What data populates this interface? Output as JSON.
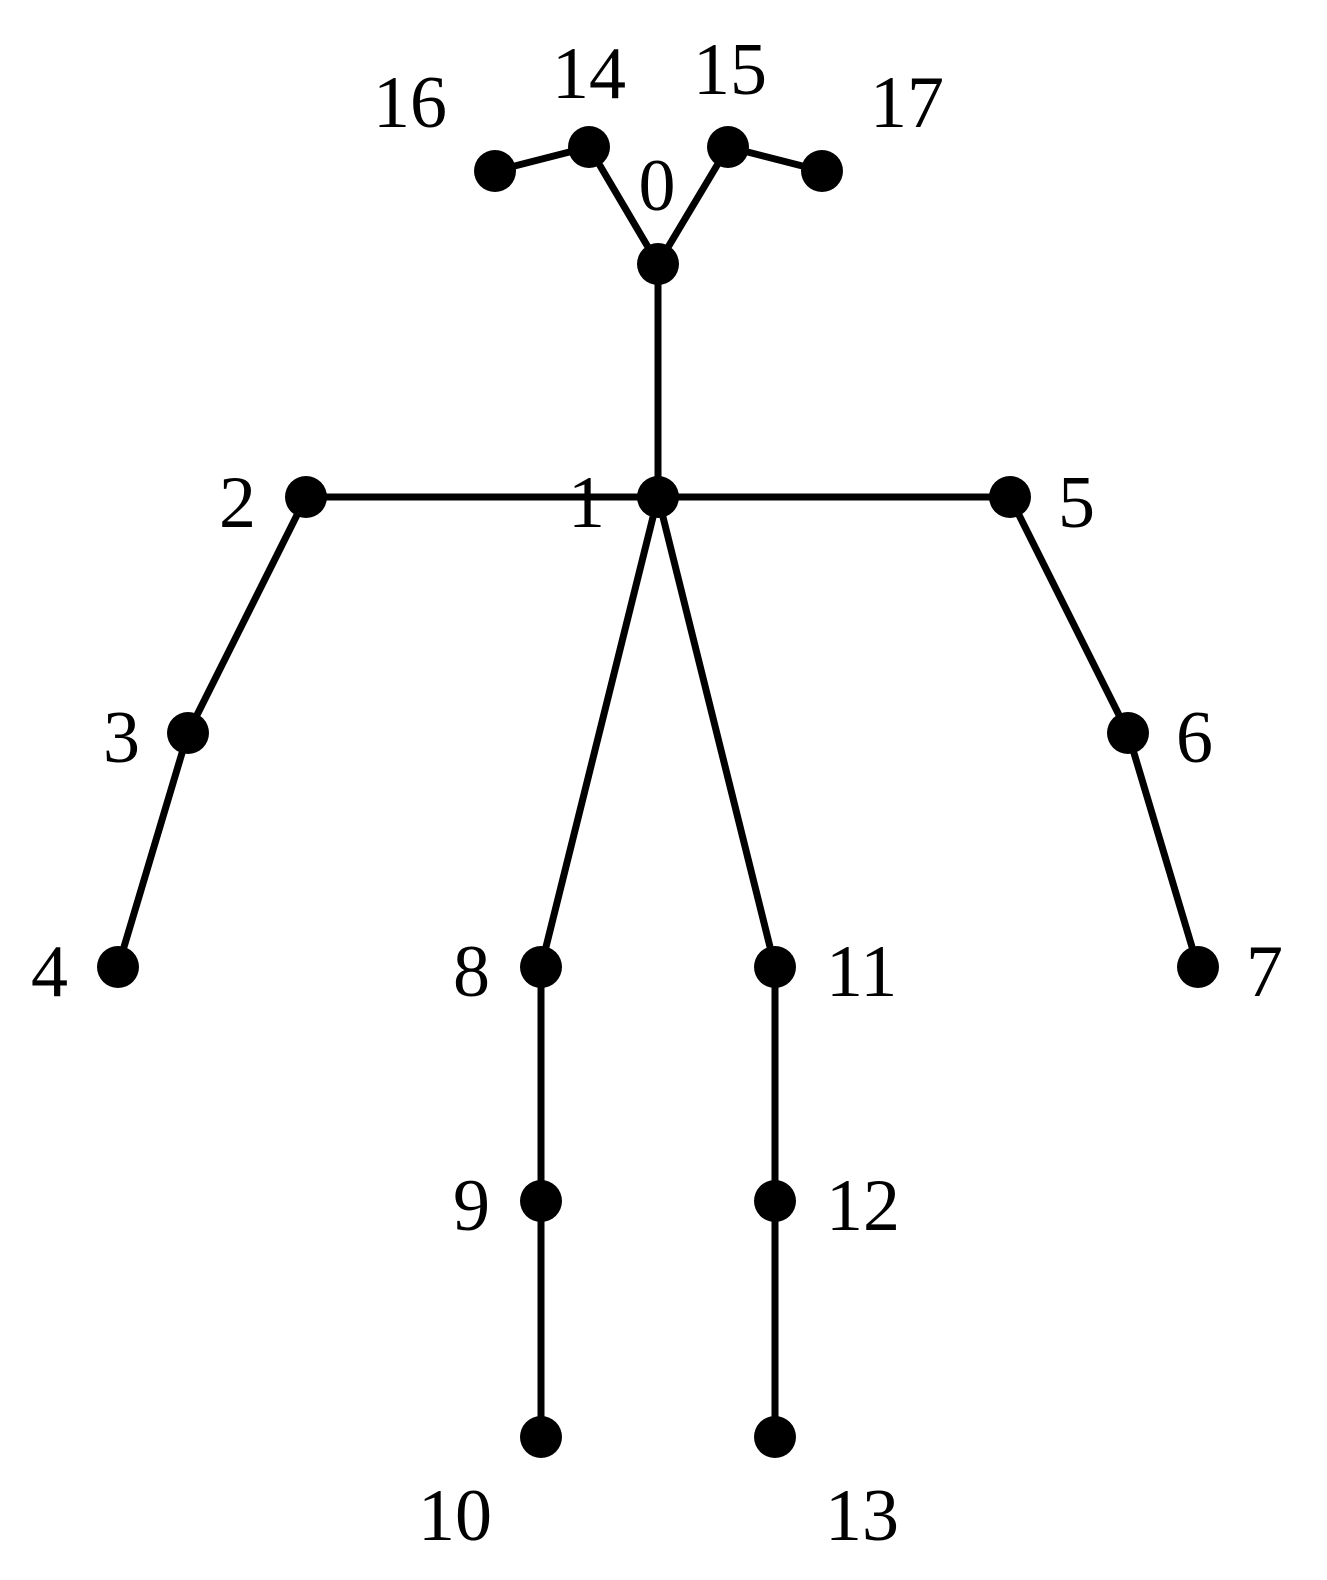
{
  "diagram": {
    "type": "pose-keypoint-skeleton",
    "colors": {
      "line": "#000000",
      "joint": "#000000",
      "label": "#000000",
      "background": "#ffffff"
    },
    "keypoints": [
      {
        "id": 0,
        "label": "0"
      },
      {
        "id": 1,
        "label": "1"
      },
      {
        "id": 2,
        "label": "2"
      },
      {
        "id": 3,
        "label": "3"
      },
      {
        "id": 4,
        "label": "4"
      },
      {
        "id": 5,
        "label": "5"
      },
      {
        "id": 6,
        "label": "6"
      },
      {
        "id": 7,
        "label": "7"
      },
      {
        "id": 8,
        "label": "8"
      },
      {
        "id": 9,
        "label": "9"
      },
      {
        "id": 10,
        "label": "10"
      },
      {
        "id": 11,
        "label": "11"
      },
      {
        "id": 12,
        "label": "12"
      },
      {
        "id": 13,
        "label": "13"
      },
      {
        "id": 14,
        "label": "14"
      },
      {
        "id": 15,
        "label": "15"
      },
      {
        "id": 16,
        "label": "16"
      },
      {
        "id": 17,
        "label": "17"
      }
    ],
    "connections": [
      [
        16,
        14
      ],
      [
        14,
        0
      ],
      [
        0,
        15
      ],
      [
        15,
        17
      ],
      [
        0,
        1
      ],
      [
        1,
        2
      ],
      [
        2,
        3
      ],
      [
        3,
        4
      ],
      [
        1,
        5
      ],
      [
        5,
        6
      ],
      [
        6,
        7
      ],
      [
        1,
        8
      ],
      [
        8,
        9
      ],
      [
        9,
        10
      ],
      [
        1,
        11
      ],
      [
        11,
        12
      ],
      [
        12,
        13
      ]
    ]
  }
}
